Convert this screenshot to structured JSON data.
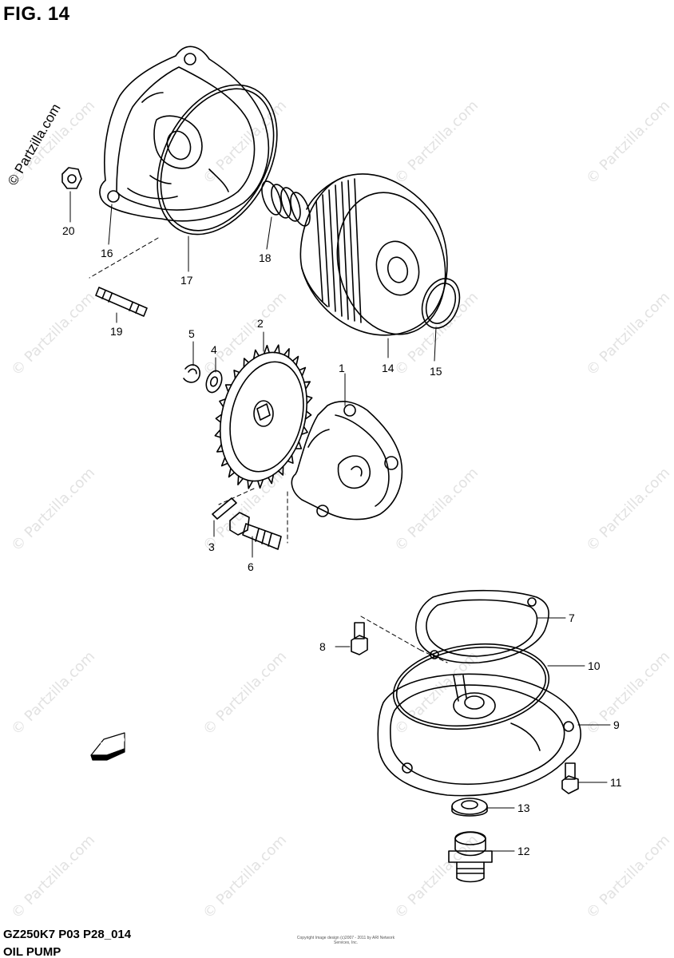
{
  "figure_title": "FIG. 14",
  "model_code": "GZ250K7 P03 P28_014",
  "model_name": "OIL PUMP",
  "side_watermark": "© Partzilla.com",
  "watermark_text": "© Partzilla.com",
  "copyright_small": "Copyright\nImage design (c)2007 - 2011 by ARI Network Services, Inc.",
  "parts": [
    {
      "number": "1"
    },
    {
      "number": "2"
    },
    {
      "number": "3"
    },
    {
      "number": "4"
    },
    {
      "number": "5"
    },
    {
      "number": "6"
    },
    {
      "number": "7"
    },
    {
      "number": "8"
    },
    {
      "number": "9"
    },
    {
      "number": "10"
    },
    {
      "number": "11"
    },
    {
      "number": "12"
    },
    {
      "number": "13"
    },
    {
      "number": "14"
    },
    {
      "number": "15"
    },
    {
      "number": "16"
    },
    {
      "number": "17"
    },
    {
      "number": "18"
    },
    {
      "number": "19"
    },
    {
      "number": "20"
    }
  ],
  "fwd_label": "FWD",
  "icons": {
    "fwd_arrow": "fwd-arrow-icon"
  }
}
